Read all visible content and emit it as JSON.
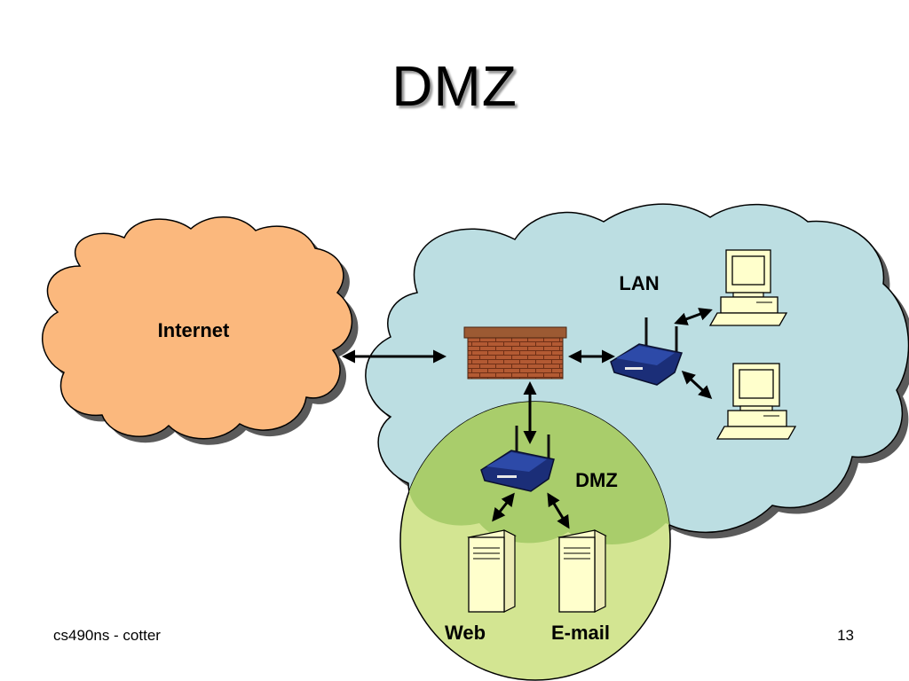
{
  "slide": {
    "title": "DMZ",
    "footer_left": "cs490ns - cotter",
    "page_number": "13"
  },
  "diagram": {
    "labels": {
      "internet": "Internet",
      "lan": "LAN",
      "dmz": "DMZ",
      "web": "Web",
      "email": "E-mail"
    },
    "colors": {
      "internet_cloud": "#fbb87d",
      "lan_cloud": "#bcdee2",
      "dmz_zone": "#d3e592",
      "dmz_overlap": "#a9cd6b",
      "firewall_brick": "#b35a33",
      "router_body": "#1b2e78",
      "computer": "#ffffcc"
    },
    "nodes": [
      "internet-cloud",
      "lan-cloud",
      "dmz-zone",
      "firewall",
      "lan-router",
      "dmz-router",
      "lan-computer-1",
      "lan-computer-2",
      "web-server",
      "email-server"
    ]
  }
}
